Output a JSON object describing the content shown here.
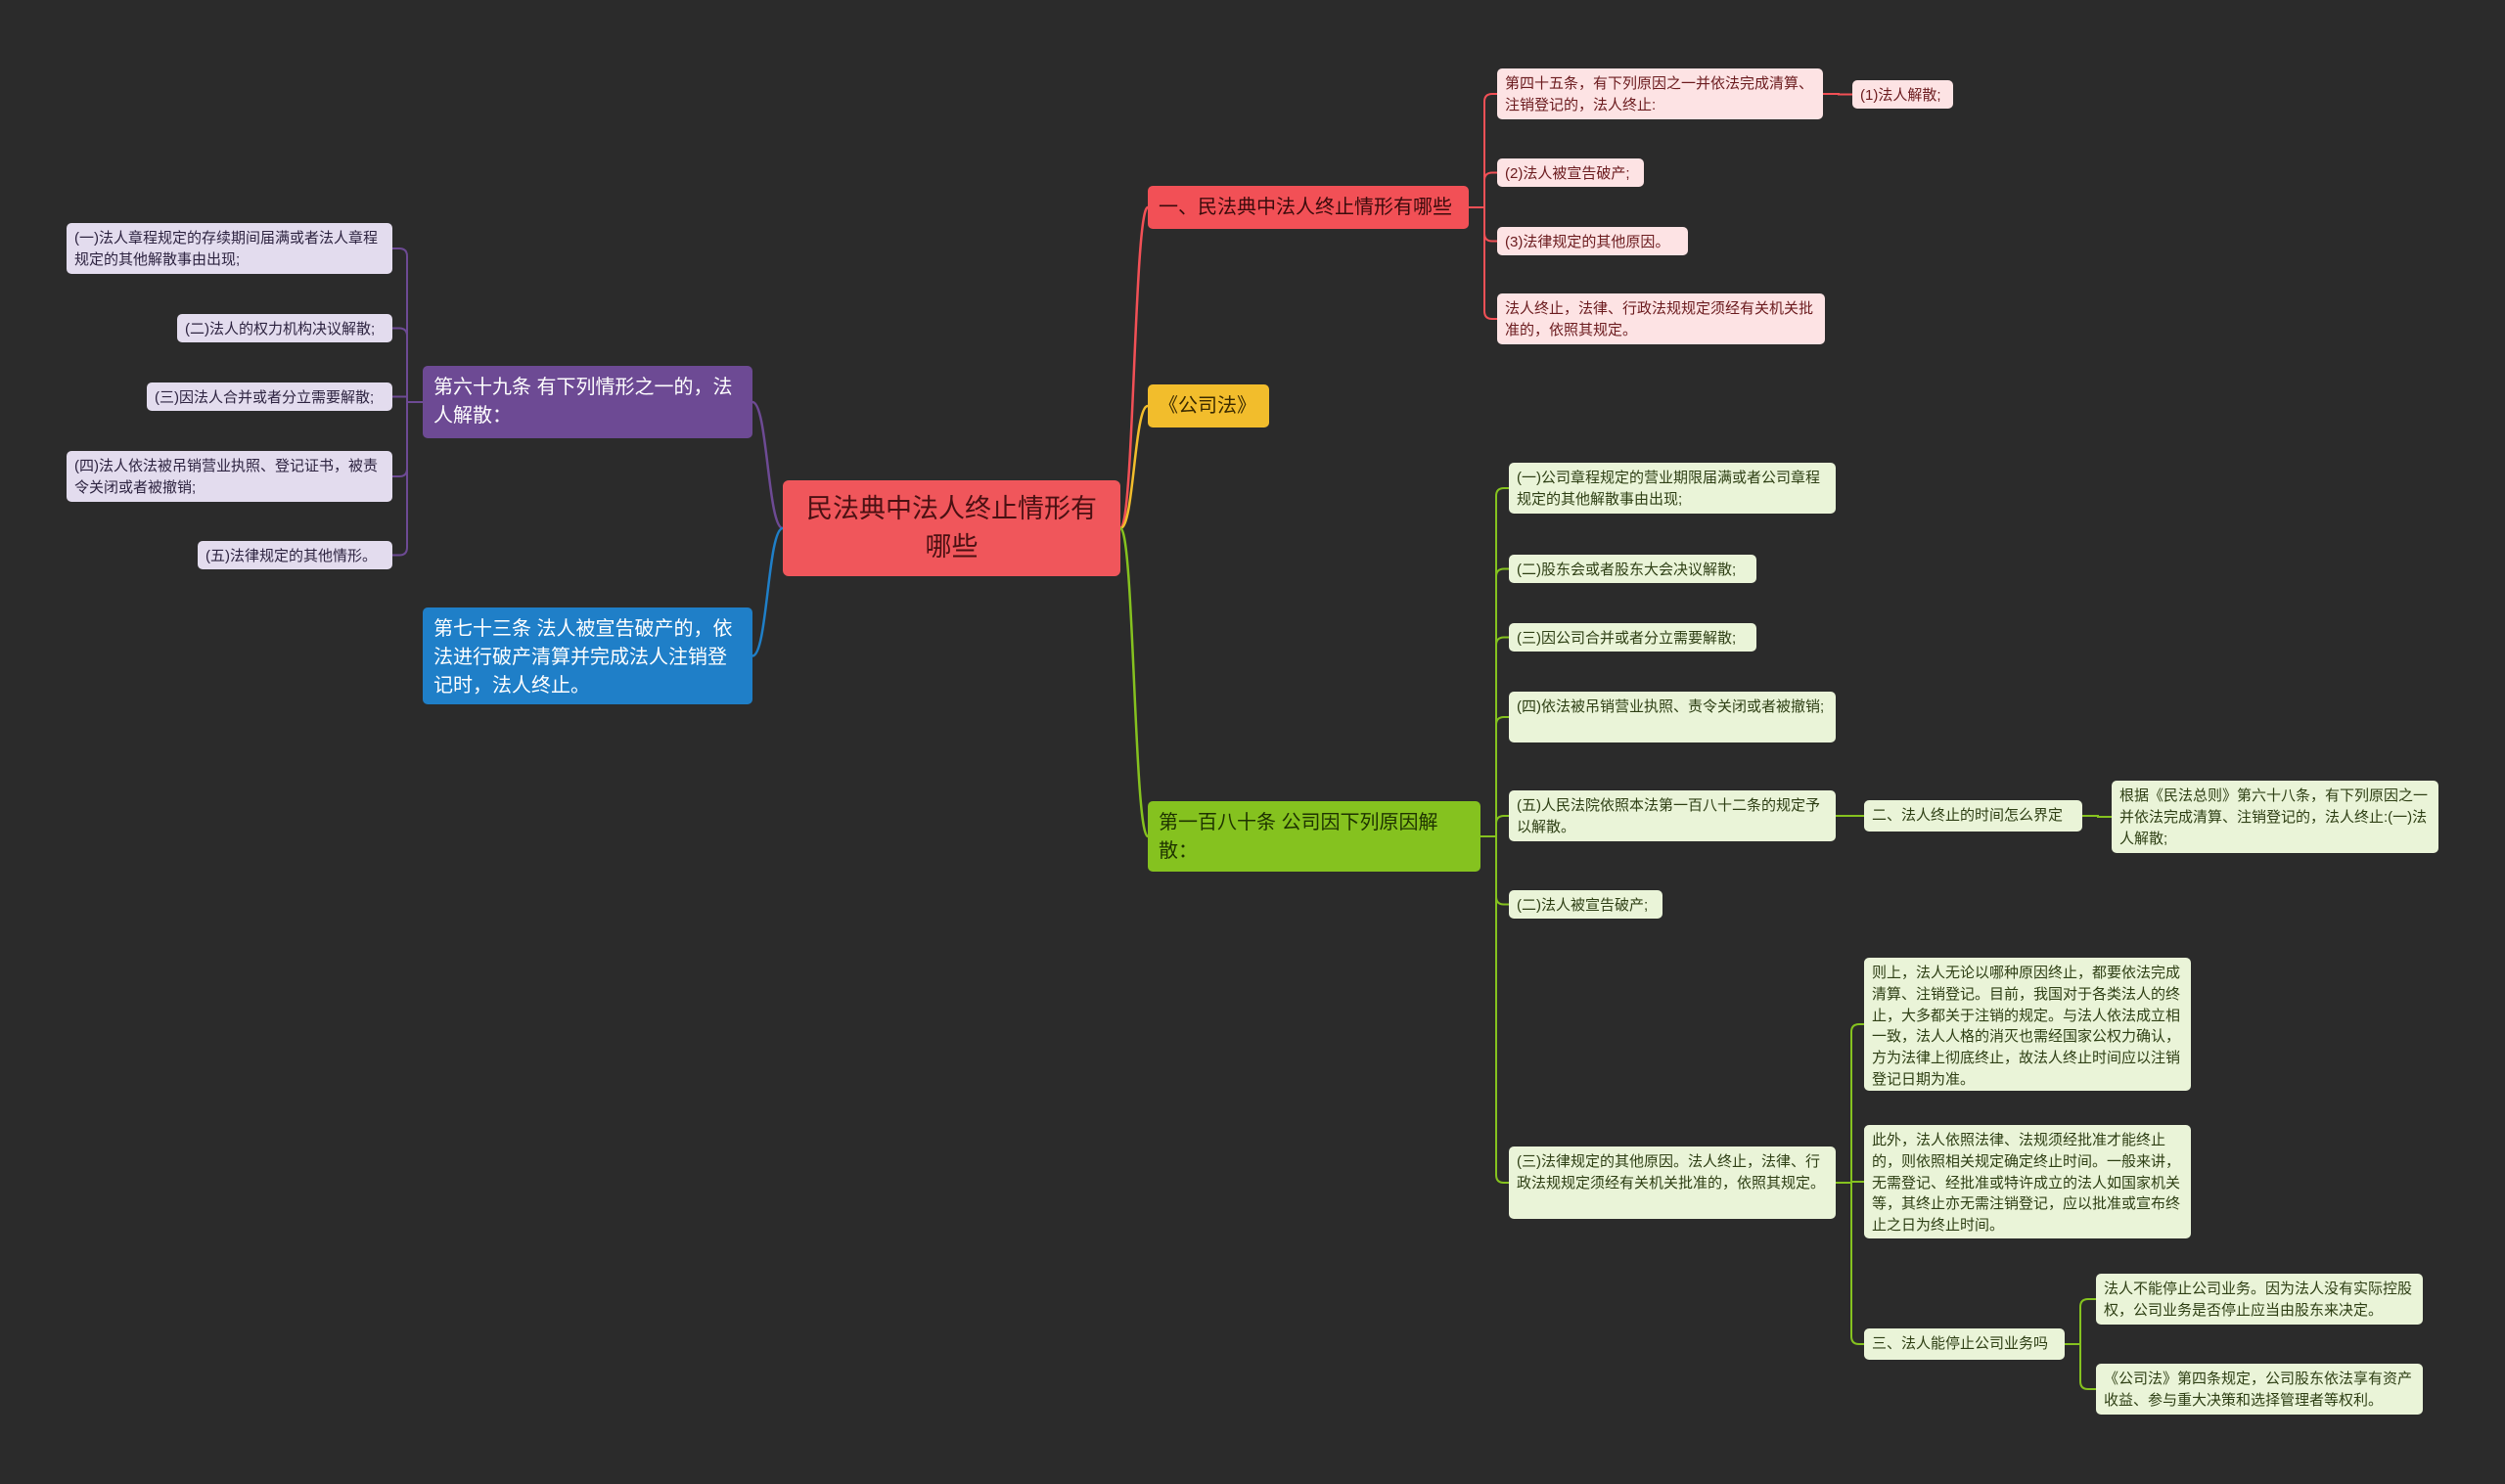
{
  "root": {
    "label": "民法典中法人终止情形有哪些"
  },
  "colors": {
    "red": "#f25056",
    "yellow": "#f2bd2c",
    "green": "#85c21f",
    "purple": "#6d4a94",
    "blue": "#1f7fc8",
    "background": "#2b2b2b"
  },
  "branch_red": {
    "label": "一、民法典中法人终止情形有哪些",
    "items": [
      "第四十五条，有下列原因之一并依法完成清算、注销登记的，法人终止:",
      "(1)法人解散;",
      "(2)法人被宣告破产;",
      "(3)法律规定的其他原因。",
      "法人终止，法律、行政法规规定须经有关机关批准的，依照其规定。"
    ]
  },
  "branch_yellow": {
    "label": "《公司法》"
  },
  "branch_green": {
    "label": "第一百八十条 公司因下列原因解散：",
    "items": [
      "(一)公司章程规定的营业期限届满或者公司章程规定的其他解散事由出现;",
      "(二)股东会或者股东大会决议解散;",
      "(三)因公司合并或者分立需要解散;",
      "(四)依法被吊销营业执照、责令关闭或者被撤销;",
      "(五)人民法院依照本法第一百八十二条的规定予以解散。",
      "(二)法人被宣告破产;",
      "(三)法律规定的其他原因。法人终止，法律、行政法规规定须经有关机关批准的，依照其规定。"
    ],
    "sub_time": "二、法人终止的时间怎么界定",
    "sub_time_detail": "根据《民法总则》第六十八条，有下列原因之一并依法完成清算、注销登记的，法人终止:(一)法人解散;",
    "detail_1": "则上，法人无论以哪种原因终止，都要依法完成清算、注销登记。目前，我国对于各类法人的终止，大多都关于注销的规定。与法人依法成立相一致，法人人格的消灭也需经国家公权力确认，方为法律上彻底终止，故法人终止时间应以注销登记日期为准。",
    "detail_2": "此外，法人依照法律、法规须经批准才能终止的，则依照相关规定确定终止时间。一般来讲，无需登记、经批准或特许成立的法人如国家机关等，其终止亦无需注销登记，应以批准或宣布终止之日为终止时间。",
    "sub_business": "三、法人能停止公司业务吗",
    "business_1": "法人不能停止公司业务。因为法人没有实际控股权，公司业务是否停止应当由股东来决定。",
    "business_2": "《公司法》第四条规定，公司股东依法享有资产收益、参与重大决策和选择管理者等权利。"
  },
  "branch_purple": {
    "label": "第六十九条 有下列情形之一的，法人解散：",
    "items": [
      "(一)法人章程规定的存续期间届满或者法人章程规定的其他解散事由出现;",
      "(二)法人的权力机构决议解散;",
      "(三)因法人合并或者分立需要解散;",
      "(四)法人依法被吊销营业执照、登记证书，被责令关闭或者被撤销;",
      "(五)法律规定的其他情形。"
    ]
  },
  "branch_blue": {
    "label": "第七十三条 法人被宣告破产的，依法进行破产清算并完成法人注销登记时，法人终止。"
  }
}
